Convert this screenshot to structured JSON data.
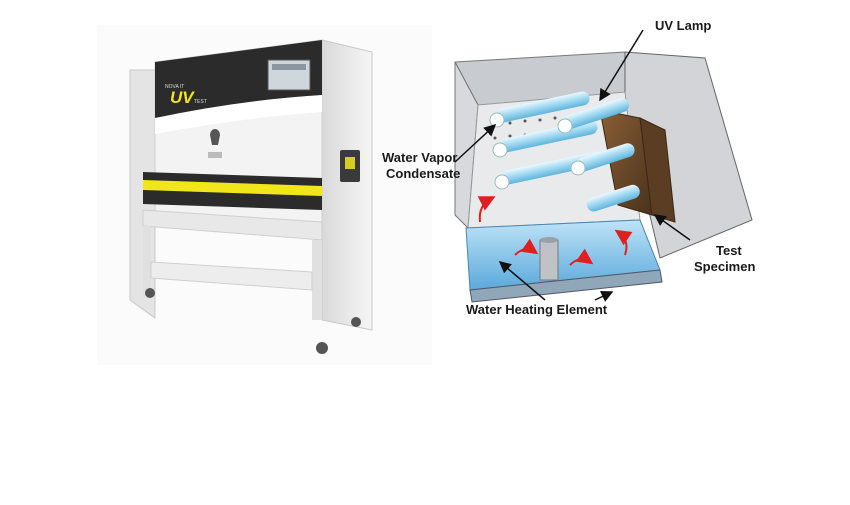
{
  "machine": {
    "brand_small": "NOVA IT",
    "brand_mark": "UV",
    "brand_suffix": "TEST",
    "colors": {
      "body": "#f1f1f1",
      "panel_dark": "#2b2b2b",
      "stripe": "#f1e619",
      "screen": "#cfd6dc"
    }
  },
  "diagram": {
    "labels": {
      "uv_lamp": "UV Lamp",
      "water_vapor_line1": "Water Vapor",
      "water_vapor_line2": "Condensate",
      "test_line1": "Test",
      "test_line2": "Specimen",
      "water_heating": "Water Heating Element"
    },
    "colors": {
      "lamp": "#bfe7f5",
      "water": "#7ec3ea",
      "specimen": "#6b4a2b",
      "arrow_red": "#e02020",
      "chamber": "#d7d9dc"
    }
  }
}
